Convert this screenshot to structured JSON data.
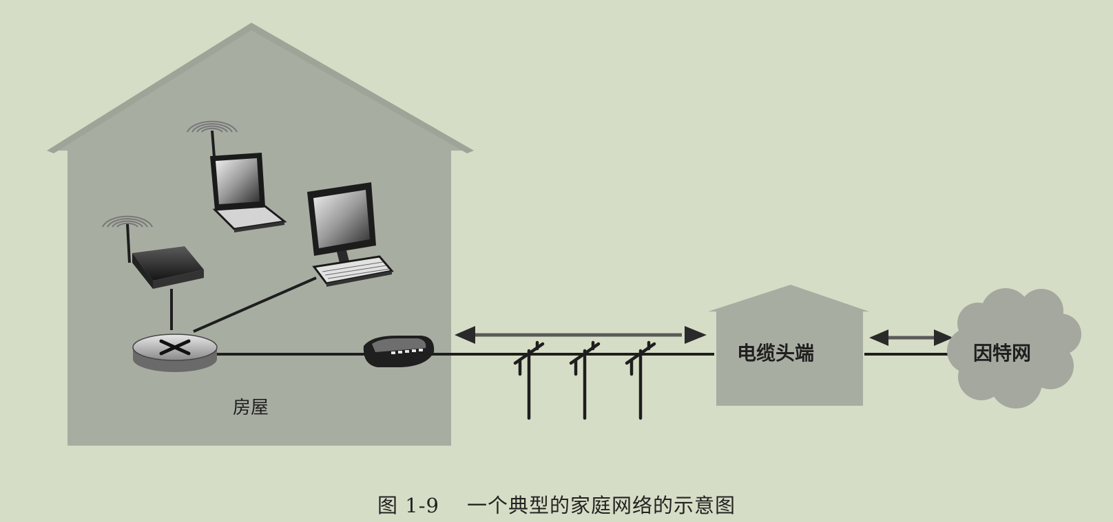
{
  "labels": {
    "house": "房屋",
    "cable_headend": "电缆头端",
    "internet": "因特网"
  },
  "caption": {
    "number": "图 1-9",
    "title": "一个典型的家庭网络的示意图"
  },
  "icons": [
    "wireless-access-point-icon",
    "laptop-icon",
    "desktop-computer-icon",
    "router-icon",
    "cable-modem-icon",
    "utility-pole-icon",
    "bidirectional-arrow-icon",
    "cloud-icon",
    "building-icon"
  ],
  "colors": {
    "background": "#d6ddc6",
    "house_fill": "#a6aba0",
    "headend_fill": "#a6aba0",
    "cloud_fill": "#a3a79e",
    "line": "#1e1e1e"
  }
}
